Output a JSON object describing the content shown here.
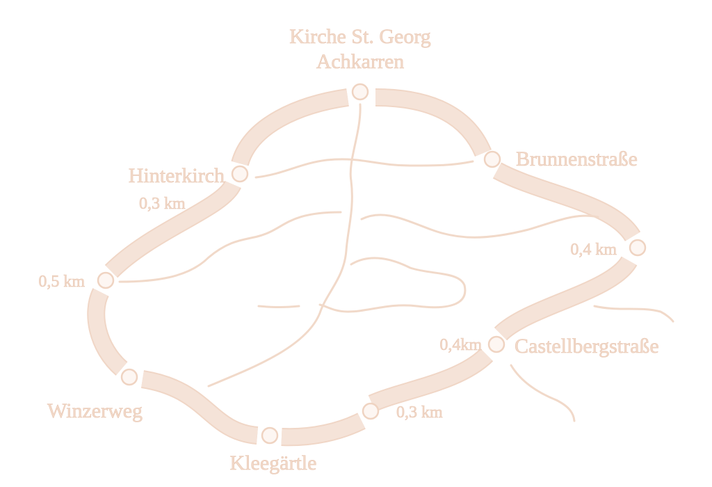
{
  "map": {
    "stops": [
      {
        "id": "kirche",
        "name": "Kirche St. Georg",
        "name2": "Achkarren"
      },
      {
        "id": "brunnen",
        "name": "Brunnenstraße"
      },
      {
        "id": "hinterkirch",
        "name": "Hinterkirch"
      },
      {
        "id": "castell",
        "name": "Castellbergstraße"
      },
      {
        "id": "winzerweg",
        "name": "Winzerweg"
      },
      {
        "id": "kleegaertle",
        "name": "Kleegärtle"
      }
    ],
    "distances": {
      "hinterkirch": "0,3 km",
      "left": "0,5 km",
      "right": "0,4 km",
      "castell": "0,4km",
      "bottom": "0,3 km"
    },
    "colors": {
      "route": "#f5e3d8",
      "text": "#f2d9c8",
      "path": "#f1d9c9"
    }
  }
}
